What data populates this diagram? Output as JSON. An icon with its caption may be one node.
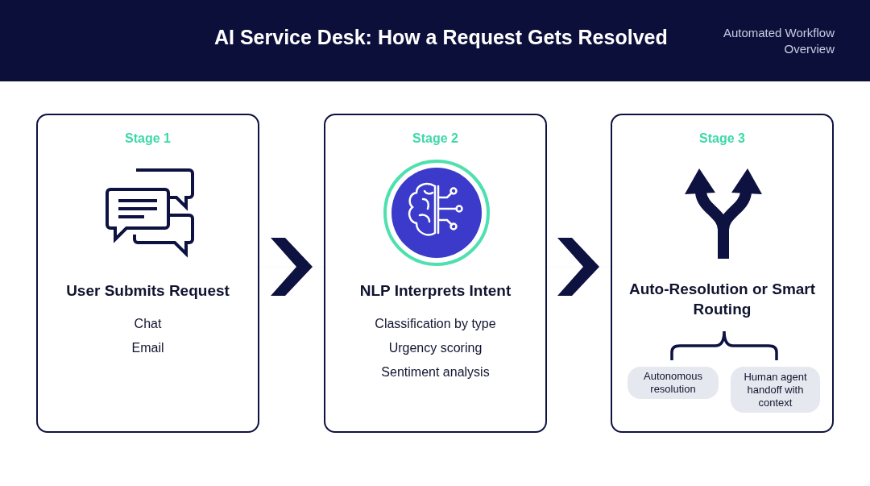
{
  "diagram": {
    "title": "AI Service Desk: How a Request Gets Resolved",
    "nodes": [
      {
        "text": [
          "Stage 1",
          "User Submits Request",
          "Chat",
          "Email"
        ]
      },
      {
        "text": [
          "Stage 2",
          "NLP Interprets Intent",
          "Classification by type",
          "Urgency scoring",
          "Sentiment analysis"
        ]
      },
      {
        "text": [
          "Stage 3",
          "Auto-Resolution or Smart Routing"
        ]
      },
      {
        "text": [
          "Autonomous resolution"
        ],
        "in": 2
      },
      {
        "text": [
          "Human agent handoff with context"
        ],
        "in": 2
      }
    ],
    "edges": [
      {
        "from": 0,
        "to": 1,
        "arrow": "to"
      },
      {
        "from": 1,
        "to": 2,
        "arrow": "to"
      }
    ],
    "labels": [
      "Automated Workflow Overview"
    ]
  }
}
